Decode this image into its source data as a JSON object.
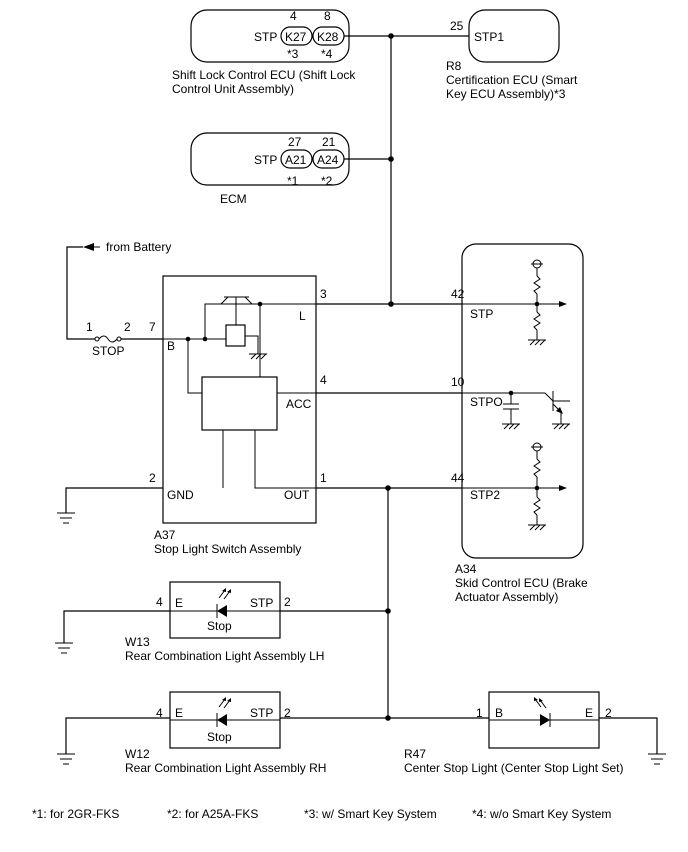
{
  "top": {
    "shift_lock": {
      "terminal": "STP",
      "pin_a": "4",
      "conn_a": "K27",
      "note_a": "*3",
      "pin_b": "8",
      "conn_b": "K28",
      "note_b": "*4",
      "name_line1": "Shift Lock Control ECU (Shift Lock",
      "name_line2": "Control Unit Assembly)"
    },
    "cert": {
      "pin": "25",
      "terminal": "STP1",
      "code": "R8",
      "name_line1": "Certification ECU (Smart",
      "name_line2": "Key ECU Assembly)*3"
    },
    "ecm": {
      "terminal": "STP",
      "pin_a": "27",
      "conn_a": "A21",
      "note_a": "*1",
      "pin_b": "21",
      "conn_b": "A24",
      "note_b": "*2",
      "name": "ECM"
    }
  },
  "battery": {
    "label": "from Battery"
  },
  "fuse": {
    "pin_left": "1",
    "pin_right": "2",
    "label": "STOP"
  },
  "switch": {
    "pin_b": "7",
    "term_b": "B",
    "pin_l": "3",
    "term_l": "L",
    "pin_acc": "4",
    "term_acc": "ACC",
    "pin_gnd": "2",
    "term_gnd": "GND",
    "pin_out": "1",
    "term_out": "OUT",
    "code": "A37",
    "name": "Stop Light Switch Assembly"
  },
  "skid": {
    "pin_stp": "42",
    "term_stp": "STP",
    "pin_stpo": "10",
    "term_stpo": "STPO",
    "pin_stp2": "44",
    "term_stp2": "STP2",
    "code": "A34",
    "name_line1": "Skid Control ECU (Brake",
    "name_line2": "Actuator Assembly)"
  },
  "lh": {
    "pin_e": "4",
    "term_e": "E",
    "pin_stp": "2",
    "term_stp": "STP",
    "lamp": "Stop",
    "code": "W13",
    "name": "Rear Combination Light Assembly LH"
  },
  "rh": {
    "pin_e": "4",
    "term_e": "E",
    "pin_stp": "2",
    "term_stp": "STP",
    "lamp": "Stop",
    "code": "W12",
    "name": "Rear Combination Light Assembly RH"
  },
  "center": {
    "pin_b": "1",
    "term_b": "B",
    "pin_e": "2",
    "term_e": "E",
    "code": "R47",
    "name": "Center Stop Light (Center Stop Light Set)"
  },
  "footnotes": {
    "n1": "*1: for 2GR-FKS",
    "n2": "*2: for A25A-FKS",
    "n3": "*3: w/ Smart Key System",
    "n4": "*4: w/o Smart Key System"
  }
}
